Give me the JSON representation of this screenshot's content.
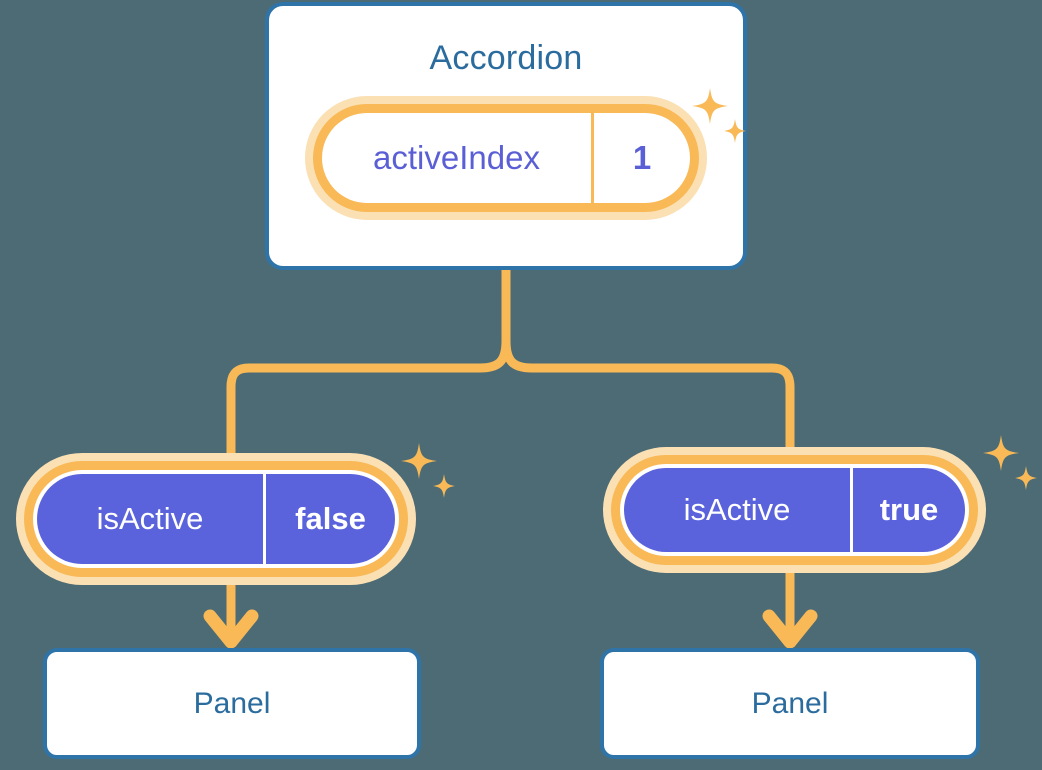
{
  "diagram": {
    "title_node": {
      "label": "Accordion"
    },
    "state_pill": {
      "key": "activeIndex",
      "value": "1"
    },
    "children": [
      {
        "id": "left",
        "prop_key": "isActive",
        "prop_value": "false",
        "panel_label": "Panel"
      },
      {
        "id": "right",
        "prop_key": "isActive",
        "prop_value": "true",
        "panel_label": "Panel"
      }
    ],
    "icons": {
      "sparkle_large": "sparkle-icon",
      "sparkle_small": "sparkle-small-icon",
      "arrow": "arrow-down-icon",
      "branch": "branch-connector-icon"
    },
    "colors": {
      "background": "#4d6b75",
      "card_border": "#2f74a8",
      "card_fill": "#ffffff",
      "title_text": "#2b6c9e",
      "pill_ring": "#f8b956",
      "pill_glow": "#fbe0b4",
      "pill_fill_purple": "#5b63dc",
      "pill_text_indigo": "#5b5fd6",
      "pill_text_white": "#ffffff",
      "connector": "#f8b956"
    }
  }
}
